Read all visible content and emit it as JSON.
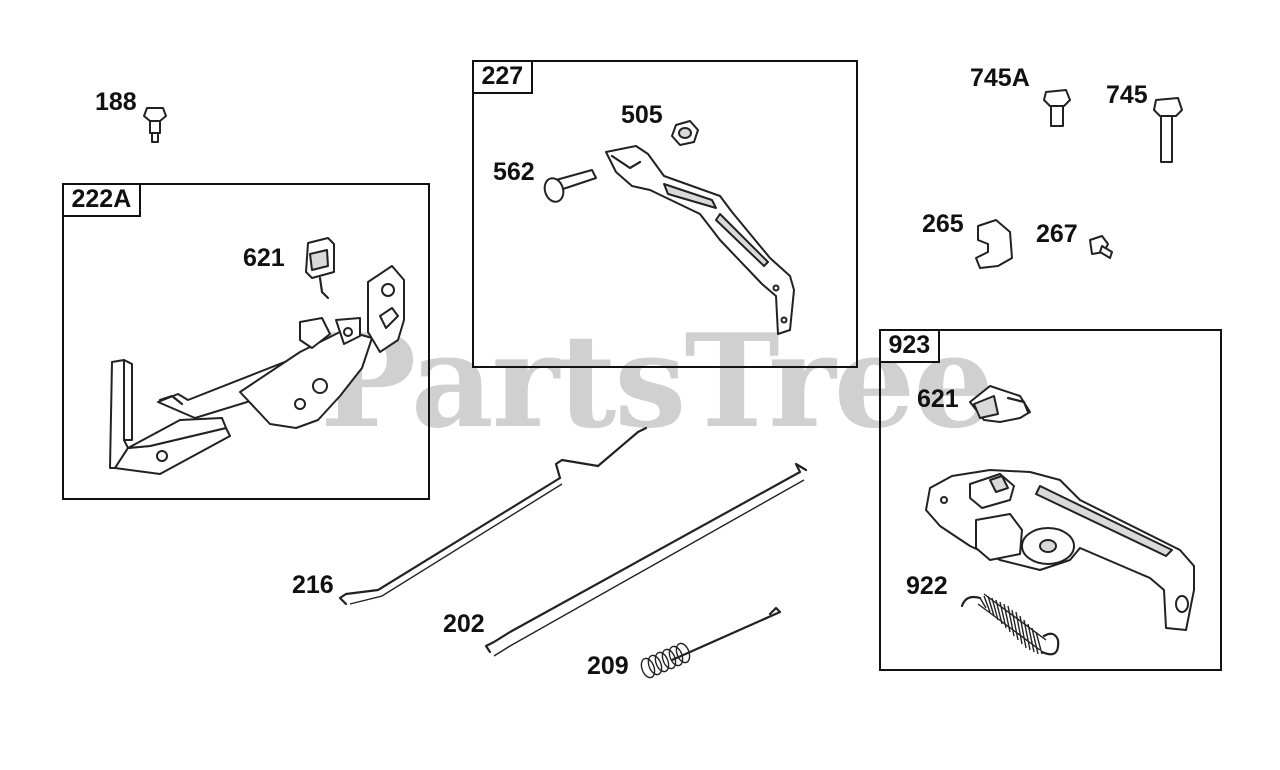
{
  "watermark": {
    "text": "PartsTree",
    "mark": "™"
  },
  "groups": [
    {
      "id": "222A",
      "label": "222A"
    },
    {
      "id": "227",
      "label": "227"
    },
    {
      "id": "923",
      "label": "923"
    }
  ],
  "callouts": {
    "p188": "188",
    "p621a": "621",
    "p505": "505",
    "p562": "562",
    "p745A": "745A",
    "p745": "745",
    "p265": "265",
    "p267": "267",
    "p621b": "621",
    "p922": "922",
    "p216": "216",
    "p202": "202",
    "p209": "209"
  },
  "colors": {
    "line": "#222222",
    "watermark": "#aaaaaa",
    "background": "#ffffff"
  }
}
